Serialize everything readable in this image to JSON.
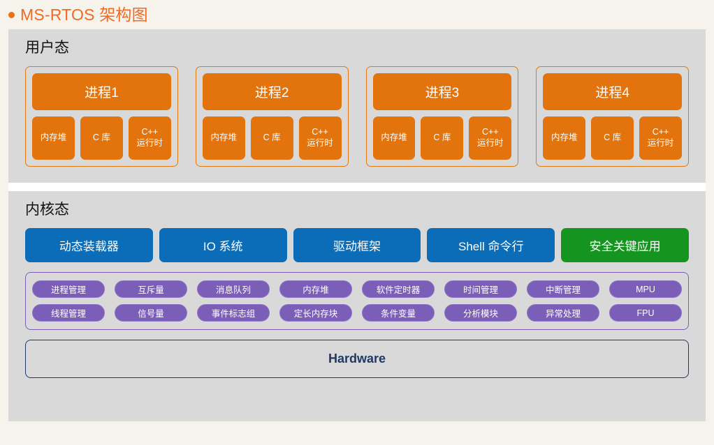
{
  "title": {
    "bullet_icon": "bullet-dot-icon",
    "text": "MS-RTOS 架构图",
    "color": "#f26a21"
  },
  "user_mode": {
    "heading": "用户态",
    "processes": [
      {
        "name": "进程1",
        "modules": [
          {
            "line1": "内存堆",
            "line2": ""
          },
          {
            "line1": "C 库",
            "line2": ""
          },
          {
            "line1": "C++",
            "line2": "运行时"
          }
        ]
      },
      {
        "name": "进程2",
        "modules": [
          {
            "line1": "内存堆",
            "line2": ""
          },
          {
            "line1": "C 库",
            "line2": ""
          },
          {
            "line1": "C++",
            "line2": "运行时"
          }
        ]
      },
      {
        "name": "进程3",
        "modules": [
          {
            "line1": "内存堆",
            "line2": ""
          },
          {
            "line1": "C 库",
            "line2": ""
          },
          {
            "line1": "C++",
            "line2": "运行时"
          }
        ]
      },
      {
        "name": "进程4",
        "modules": [
          {
            "line1": "内存堆",
            "line2": ""
          },
          {
            "line1": "C 库",
            "line2": ""
          },
          {
            "line1": "C++",
            "line2": "运行时"
          }
        ]
      }
    ],
    "colors": {
      "section_bg": "#d9d9d9",
      "block": "#e3730c",
      "card_border": "#e2780f"
    }
  },
  "kernel_mode": {
    "heading": "内核态",
    "blocks": [
      {
        "label": "动态装载器",
        "color": "#0b6cb8"
      },
      {
        "label": "IO 系统",
        "color": "#0b6cb8"
      },
      {
        "label": "驱动框架",
        "color": "#0b6cb8"
      },
      {
        "label": "Shell 命令行",
        "color": "#0b6cb8"
      },
      {
        "label": "安全关键应用",
        "color": "#169420"
      }
    ],
    "services": {
      "row1": [
        "进程管理",
        "互斥量",
        "消息队列",
        "内存堆",
        "软件定时器",
        "时间管理",
        "中断管理",
        "MPU"
      ],
      "row2": [
        "线程管理",
        "信号量",
        "事件标志组",
        "定长内存块",
        "条件变量",
        "分析模块",
        "异常处理",
        "FPU"
      ],
      "color": "#7b5eb8"
    },
    "hardware": {
      "label": "Hardware",
      "color": "#1f3864"
    }
  }
}
